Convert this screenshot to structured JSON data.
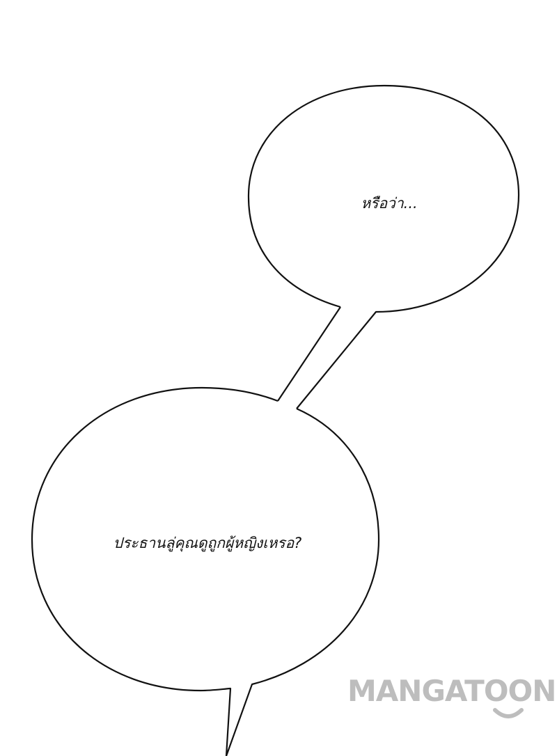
{
  "bubbles": [
    {
      "text": "หรือว่า..."
    },
    {
      "text": "ประธานลู่คุณดูถูกผู้หญิงเหรอ?"
    }
  ],
  "watermark": {
    "text": "MANGATOON",
    "color": "#bdbdbd",
    "icon": "smile-icon"
  },
  "colors": {
    "background": "#ffffff",
    "outline": "#111111"
  }
}
